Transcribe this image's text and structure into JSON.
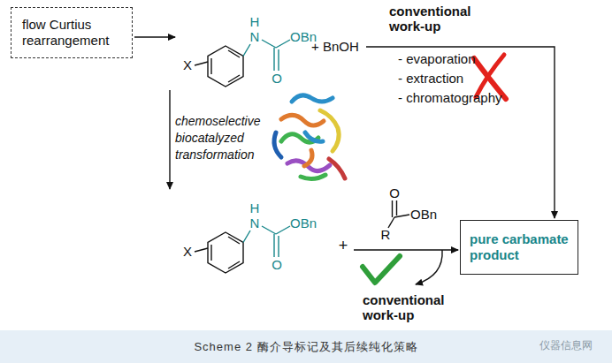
{
  "diagram": {
    "caption": "Scheme 2 酶介导标记及其后续纯化策略",
    "nodes": [
      {
        "text": [
          "flow Curtius rearrangement"
        ]
      },
      {
        "text": [
          "pure carbamate product"
        ]
      }
    ],
    "labels": [
      "X",
      "H",
      "N",
      "OBn",
      "O",
      "+ BnOH",
      "conventional work-up",
      "- evaporation",
      "- extraction",
      "- chromatography",
      "chemoselective biocatalyzed transformation",
      "X",
      "H",
      "N",
      "OBn",
      "O",
      "+",
      "O",
      "OBn",
      "R",
      "conventional work-up",
      "仪器信息网"
    ]
  }
}
